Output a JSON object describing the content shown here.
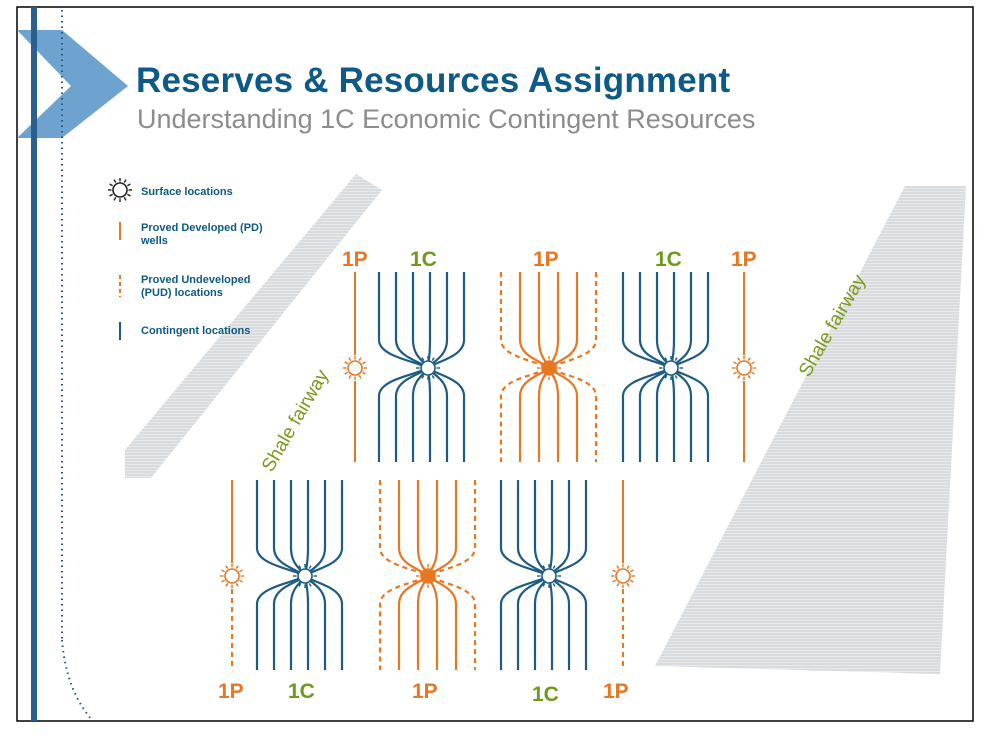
{
  "header": {
    "title": "Reserves & Resources Assignment",
    "subtitle": "Understanding 1C Economic Contingent Resources"
  },
  "legend": {
    "surface": "Surface locations",
    "pd": "Proved Developed (PD) wells",
    "pud": "Proved Undeveloped (PUD) locations",
    "contingent": "Contingent locations"
  },
  "labels": {
    "top": [
      "1P",
      "1C",
      "1P",
      "1C",
      "1P"
    ],
    "bottom": [
      "1P",
      "1C",
      "1P",
      "1C",
      "1P"
    ]
  },
  "fairway": {
    "left": "Shale fairway",
    "right": "Shale fairway"
  },
  "colors": {
    "title": "#0d5a86",
    "subtitle": "#8c8c8c",
    "proved": "#e87722",
    "contingent": "#1f5c84",
    "label_green": "#6c9a1a",
    "chevron": "#6fa3cf"
  }
}
